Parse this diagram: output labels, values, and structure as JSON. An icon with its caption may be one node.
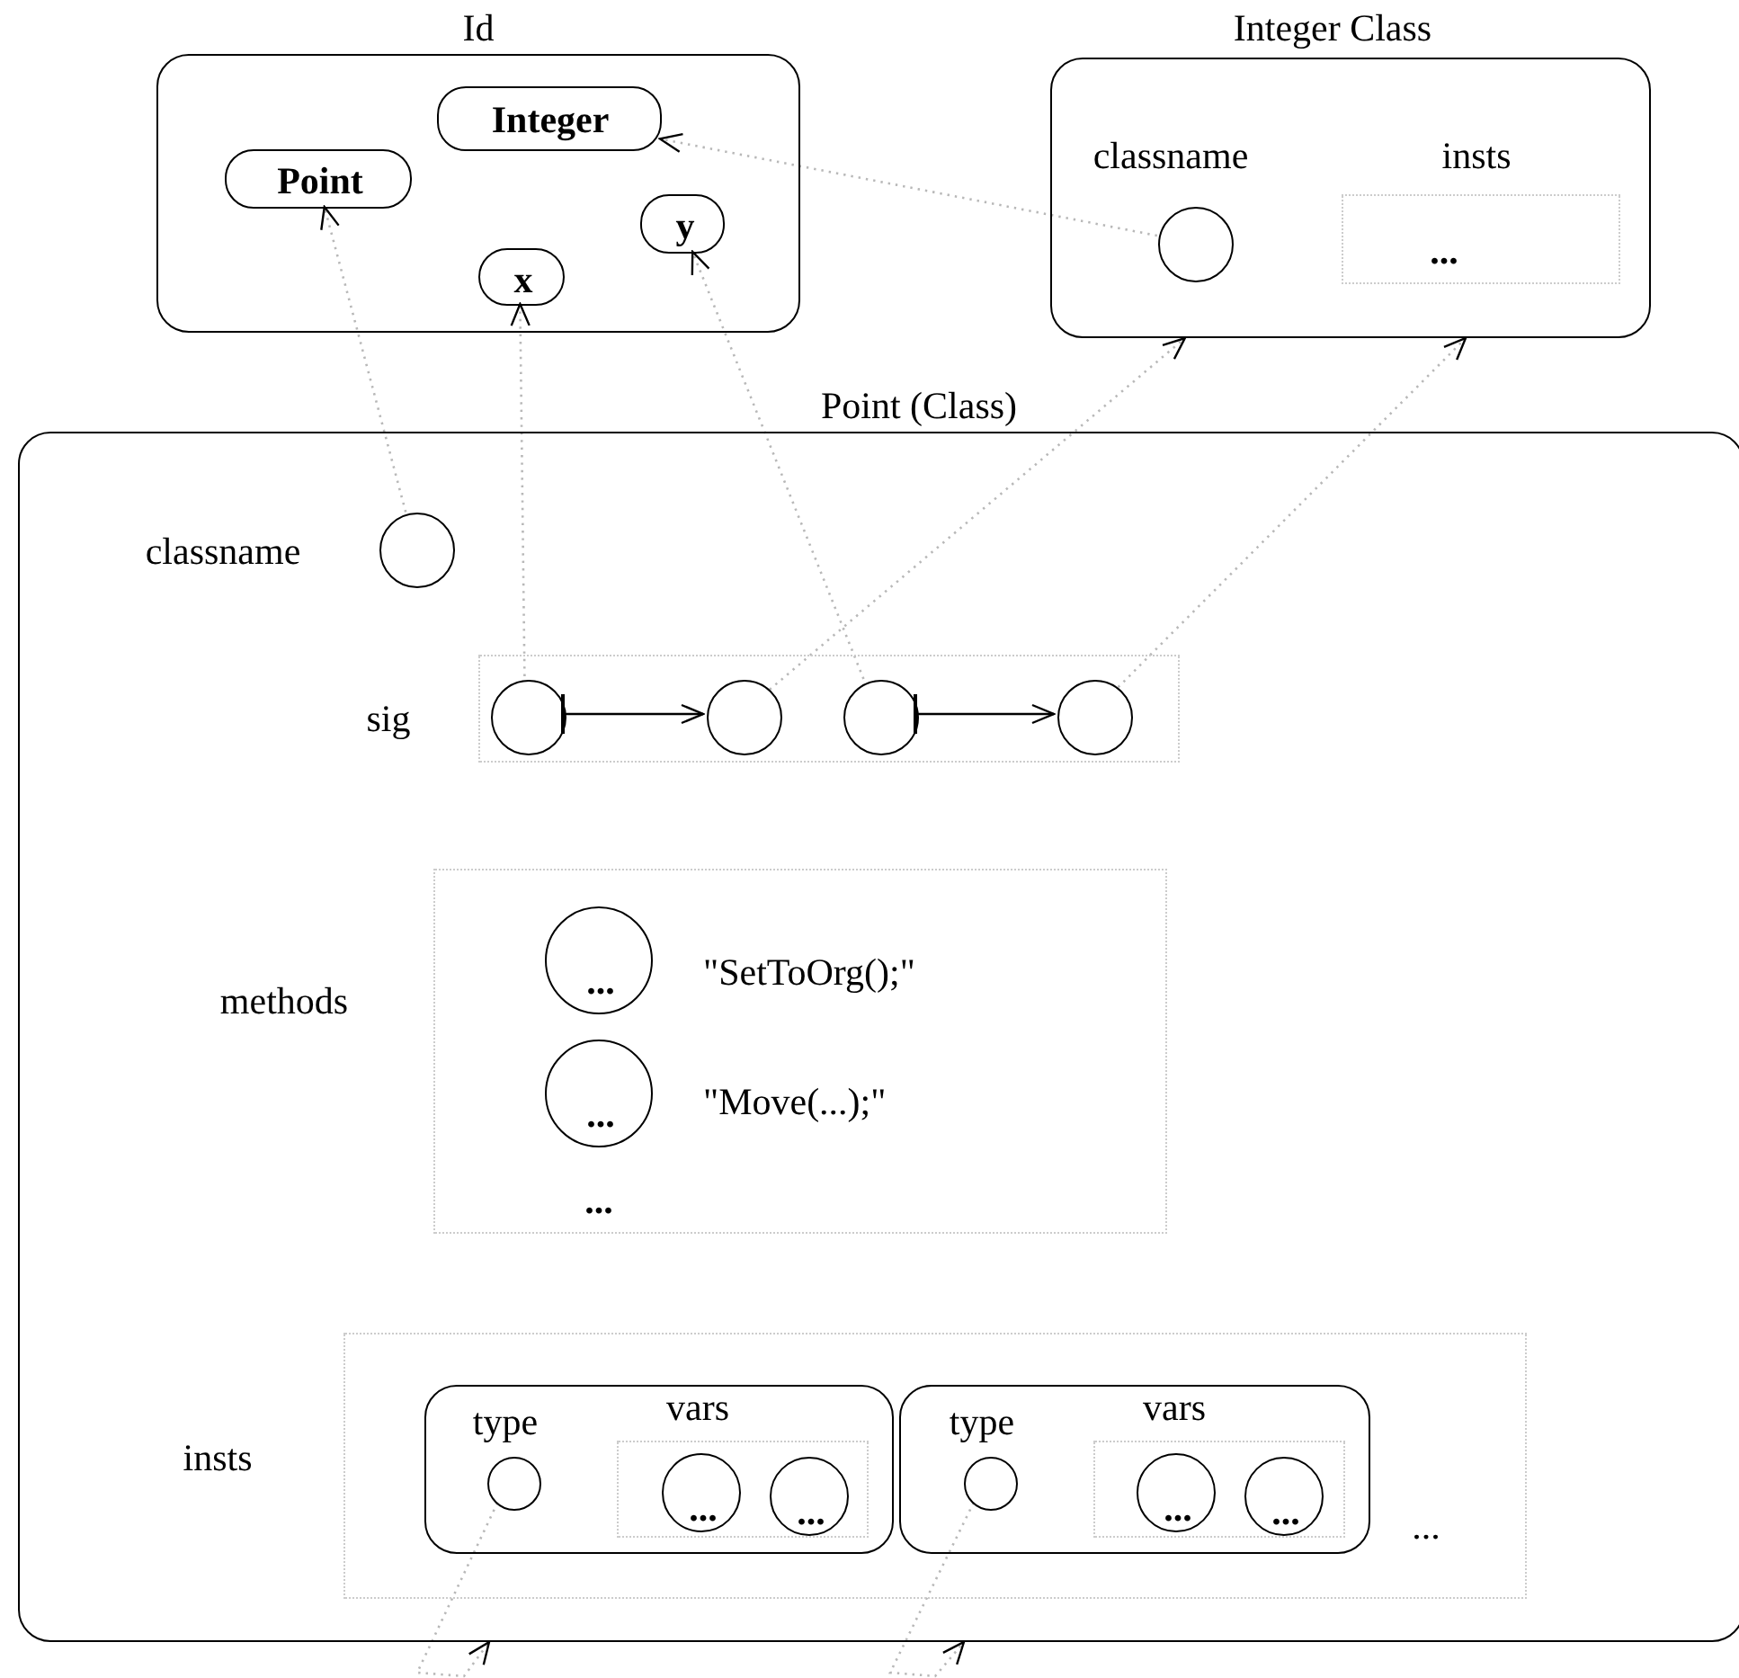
{
  "diagram": {
    "nodes": [
      {
        "text": [
          "Id"
        ]
      },
      {
        "text": [
          "Point"
        ],
        "in": 0
      },
      {
        "text": [
          "Integer"
        ],
        "in": 0
      },
      {
        "text": [
          "x"
        ],
        "in": 0
      },
      {
        "text": [
          "y"
        ],
        "in": 0
      },
      {
        "text": [
          "Integer Class",
          "classname",
          "insts"
        ]
      },
      {
        "text": [],
        "shape": "circle",
        "in": 5
      },
      {
        "text": [
          "..."
        ],
        "in": 5
      },
      {
        "text": [
          "Point (Class)",
          "classname",
          "sig",
          "methods",
          "insts"
        ]
      },
      {
        "text": [],
        "shape": "circle",
        "in": 8
      },
      {
        "text": [],
        "shape": "box",
        "in": 8
      },
      {
        "text": [],
        "shape": "circle",
        "in": 10
      },
      {
        "text": [],
        "shape": "circle",
        "in": 10
      },
      {
        "text": [],
        "shape": "circle",
        "in": 10
      },
      {
        "text": [],
        "shape": "circle",
        "in": 10
      },
      {
        "text": [
          "..."
        ],
        "in": 8
      },
      {
        "text": [
          "..."
        ],
        "in": 15,
        "beside": [
          "\"SetToOrg();\""
        ]
      },
      {
        "text": [
          "..."
        ],
        "in": 15,
        "beside": [
          "\"Move(...);\""
        ]
      },
      {
        "text": [
          "..."
        ],
        "in": 8
      },
      {
        "text": [
          "type",
          "vars"
        ],
        "in": 18
      },
      {
        "text": [],
        "shape": "circle",
        "in": 19
      },
      {
        "text": [],
        "shape": "box",
        "in": 19
      },
      {
        "text": [
          "..."
        ],
        "in": 21
      },
      {
        "text": [
          "..."
        ],
        "in": 21
      },
      {
        "text": [
          "type",
          "vars"
        ],
        "in": 18
      },
      {
        "text": [],
        "shape": "circle",
        "in": 24
      },
      {
        "text": [],
        "shape": "box",
        "in": 24
      },
      {
        "text": [
          "..."
        ],
        "in": 26
      },
      {
        "text": [
          "..."
        ],
        "in": 26
      }
    ],
    "edges": [
      {
        "from": 9,
        "to": 1,
        "arrow": "to",
        "style": "dashed"
      },
      {
        "from": 11,
        "to": 3,
        "arrow": "to",
        "style": "dashed"
      },
      {
        "from": 13,
        "to": 4,
        "arrow": "to",
        "style": "dashed"
      },
      {
        "from": 12,
        "to": 5,
        "arrow": "to",
        "style": "dashed"
      },
      {
        "from": 14,
        "to": 5,
        "arrow": "to",
        "style": "dashed"
      },
      {
        "from": 6,
        "to": 2,
        "arrow": "to",
        "style": "dashed"
      },
      {
        "from": 11,
        "to": 12,
        "arrow": "to",
        "color": "#000000"
      },
      {
        "from": 13,
        "to": 14,
        "arrow": "to",
        "color": "#000000"
      },
      {
        "from": 20,
        "to": 8,
        "arrow": "to",
        "style": "dashed"
      },
      {
        "from": 25,
        "to": 8,
        "arrow": "to",
        "style": "dashed"
      }
    ]
  }
}
